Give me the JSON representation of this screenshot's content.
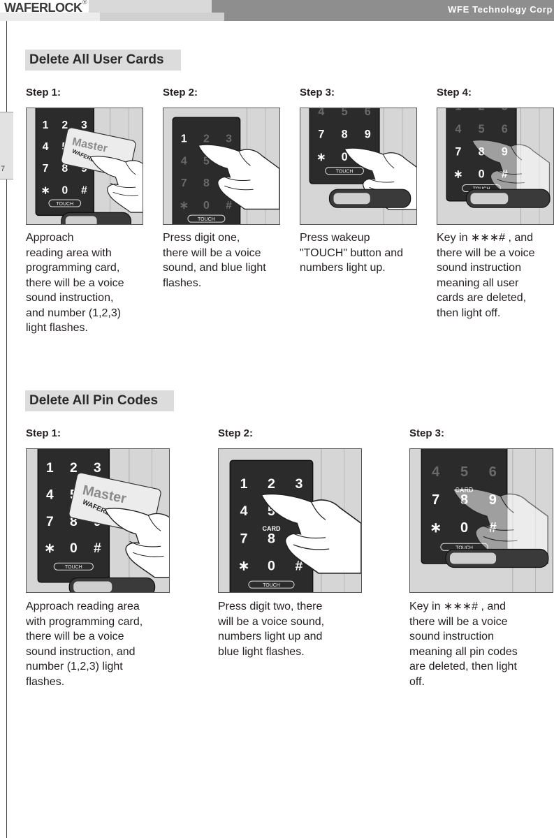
{
  "header": {
    "logo": "WAFERLOCK",
    "logo_mark": "®",
    "company": "WFE Technology Corp"
  },
  "page_number": "7",
  "section1": {
    "title": "Delete All User Cards",
    "steps": [
      {
        "label": "Step 1:",
        "desc": [
          "Approach",
          "reading area with",
          "programming card,",
          "there will be a voice",
          "sound instruction,",
          "and number (1,2,3)",
          "light flashes."
        ]
      },
      {
        "label": "Step 2:",
        "desc": [
          "Press digit one,",
          "there will be a voice",
          "sound, and blue light",
          "flashes."
        ]
      },
      {
        "label": "Step 3:",
        "desc": [
          "Press wakeup",
          "\"TOUCH\" button and",
          "numbers light up."
        ]
      },
      {
        "label": "Step 4:",
        "desc": [
          "Key in ∗∗∗# , and",
          "there will be a voice",
          "sound instruction",
          "meaning all user",
          "cards are deleted,",
          "then light off."
        ]
      }
    ]
  },
  "section2": {
    "title": "Delete All Pin Codes",
    "steps": [
      {
        "label": "Step 1:",
        "desc": [
          "Approach reading area",
          "with programming card,",
          "there will be a voice",
          "sound instruction, and",
          "number (1,2,3) light",
          "flashes."
        ]
      },
      {
        "label": "Step 2:",
        "desc": [
          "Press digit two, there",
          "will be a voice sound,",
          "numbers light up and",
          "blue light flashes."
        ]
      },
      {
        "label": "Step 3:",
        "desc": [
          "Key in ∗∗∗# , and",
          "there will be a voice",
          "sound instruction",
          "meaning all pin codes",
          "are deleted, then light",
          "off."
        ]
      }
    ]
  },
  "illustrations": {
    "card_text": "Master",
    "card_brand": "WAFERLOCK",
    "touch_label": "TOUCH",
    "card_label": "CARD",
    "keys": [
      "1",
      "2",
      "3",
      "4",
      "5",
      "6",
      "7",
      "8",
      "9",
      "∗",
      "0",
      "#"
    ]
  },
  "colors": {
    "panel": "#2b2b2b",
    "key_lit": "#ffffff",
    "key_dim": "#6a6a6a",
    "door": "#d6d6d6",
    "section_bg": "#dcdcdc"
  }
}
